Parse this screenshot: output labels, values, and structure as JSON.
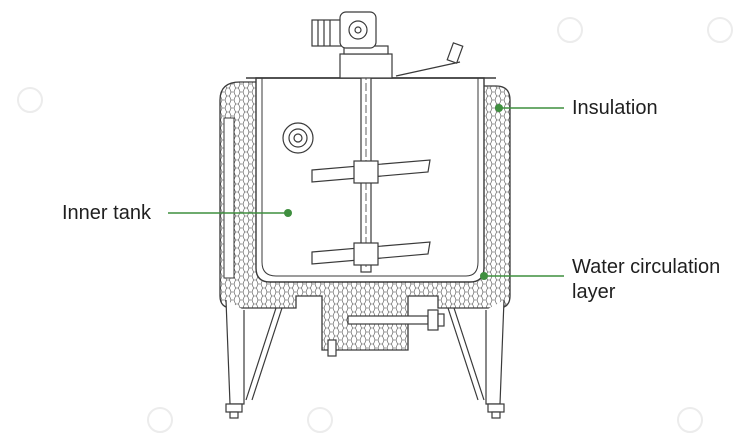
{
  "labels": {
    "insulation": "Insulation",
    "inner_tank": "Inner tank",
    "water_circulation_line1": "Water circulation",
    "water_circulation_line2": "layer"
  },
  "colors": {
    "leader_line": "#3f8f3f",
    "leader_dot": "#3f8f3f",
    "drawing_stroke": "#3a3a3a",
    "watermark": "#e6e6e6"
  },
  "icons": {
    "motor": "motor-icon",
    "watermark": "logo-watermark-icon"
  }
}
